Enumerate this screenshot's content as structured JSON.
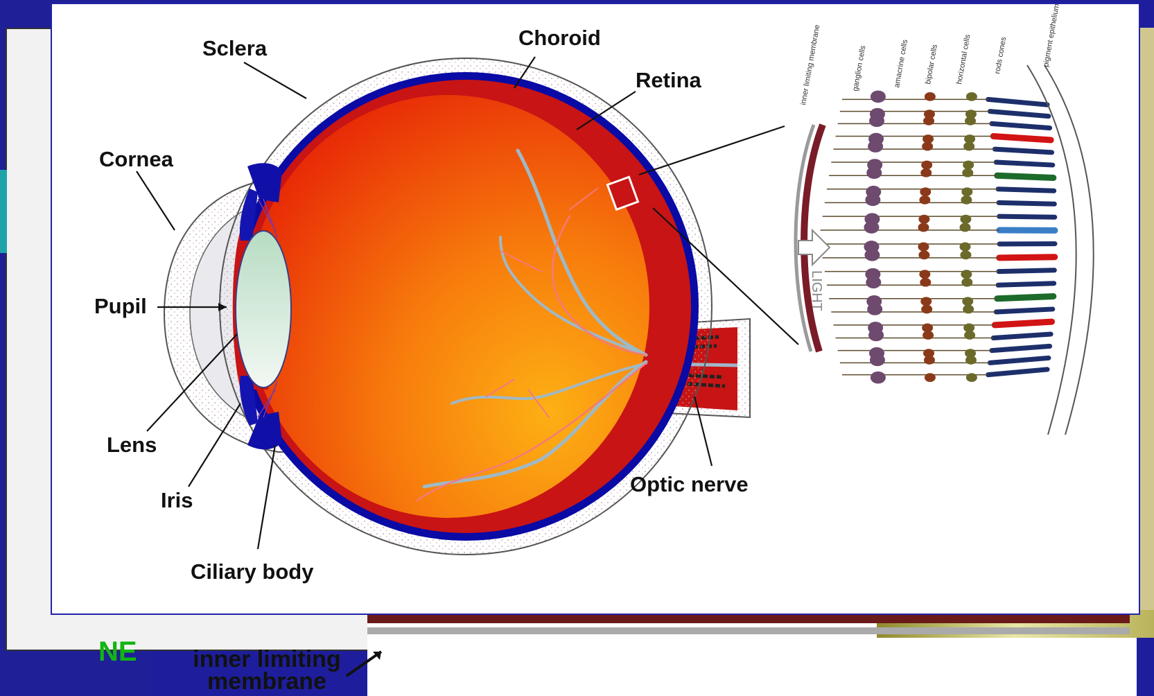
{
  "labels": {
    "sclera": "Sclera",
    "choroid": "Choroid",
    "retina": "Retina",
    "cornea": "Cornea",
    "pupil": "Pupil",
    "lens": "Lens",
    "iris": "Iris",
    "ciliary_body": "Ciliary body",
    "optic_nerve": "Optic nerve",
    "light": "LIGHT"
  },
  "retina_layers": {
    "inner_limiting_membrane": "inner limiting membrane",
    "ganglion_cells": "ganglion cells",
    "amacrine_cells": "amacrine cells",
    "bipolar_cells": "bipolar cells",
    "horizontal_cells": "horizontal cells",
    "rods_cones": "rods cones",
    "pigment_epithelium": "pigment epithelium"
  },
  "background": {
    "partial_text": "NE",
    "inner_limiting_membrane_label": "inner limiting membrane"
  },
  "colors": {
    "eye_orange": "#f25a0a",
    "choroid_blue": "#0a0aa5",
    "retina_red": "#c81414",
    "slide_blue": "#1f1f97"
  }
}
